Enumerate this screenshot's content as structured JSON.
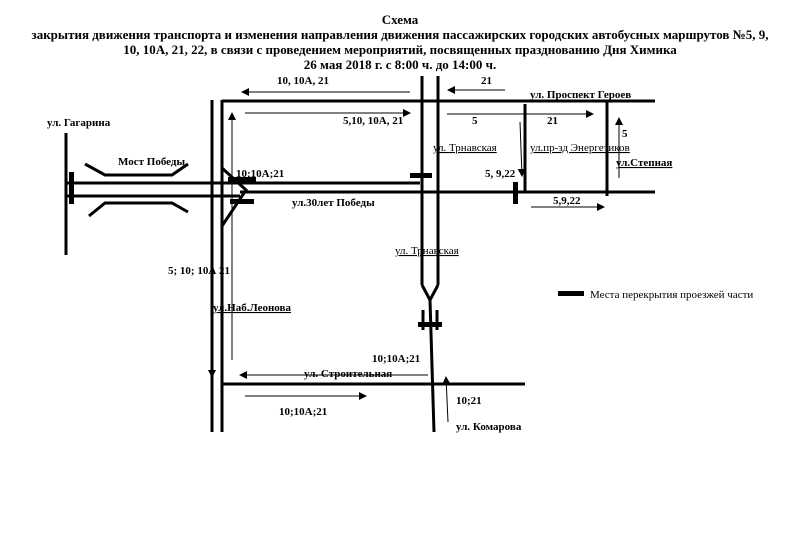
{
  "header": {
    "title": "Схема",
    "line1": "закрытия движения транспорта и изменения направления движения пассажирских городских автобусных маршрутов №5, 9,",
    "line2": "10, 10А, 21, 22, в связи с проведением мероприятий, посвященных празднованию Дня Химика",
    "line3": "26 мая 2018 г. с 8:00 ч. до 14:00 ч."
  },
  "streets": {
    "gagarina": "ул. Гагарина",
    "most": "Мост Победы",
    "pobedy30": "ул.30лет Победы",
    "geroev": "ул. Проспект Героев",
    "trnavskaya_top": "ул. Трнавская",
    "trnavskaya_mid": "ул. Трнавская",
    "energetikov": "ул.пр-зд Энергетиков",
    "stepnaya": "ул.Степная",
    "leonova": "ул.Наб.Леонова",
    "stroitelnaya": "ул. Строительная",
    "komarova": "ул. Комарова"
  },
  "routes": {
    "top_left_west": "10, 10А, 21",
    "top_right_west": "21",
    "top_east": "5,10, 10А, 21",
    "geroev_east_5": "5",
    "geroev_east_21": "21",
    "stepnaya_north": "5",
    "trnav_south": "5, 9,22",
    "pobedy_east": "5,9,22",
    "junction_left": "10;10А;21",
    "leonova_south": "5; 10;  10А 21",
    "stroit_north": "10;10А;21",
    "stroit_east": "10;10А;21",
    "komarova_north": "10;21"
  },
  "legend": {
    "label": "Места перекрытия проезжей части"
  }
}
